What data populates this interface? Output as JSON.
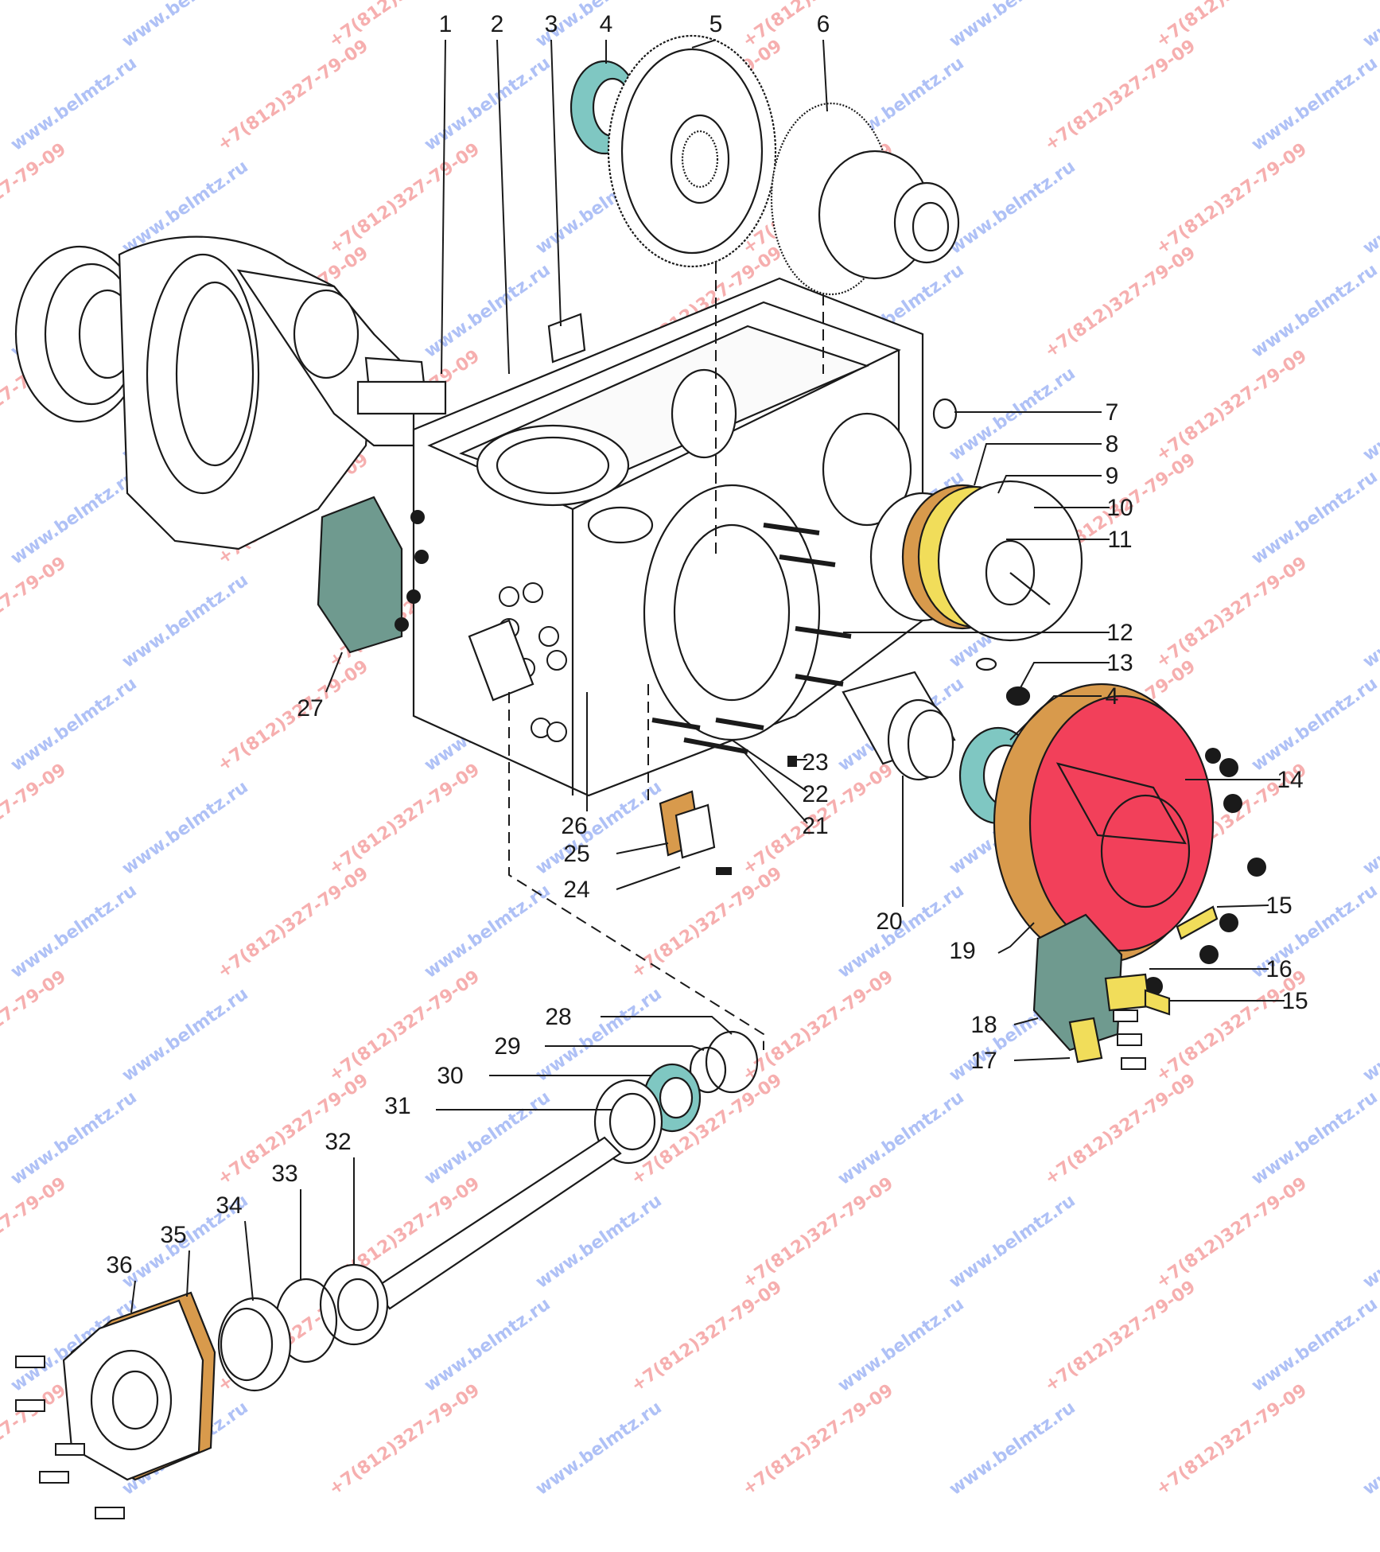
{
  "watermarks": {
    "phone": "+7(812)327-79-09",
    "site": "www.belmtz.ru"
  },
  "colors": {
    "teal": "#7fc7c2",
    "orange": "#d89a4c",
    "red": "#f2405a",
    "yellow": "#f1dd5a",
    "green": "#6f9a8f",
    "watermark_red": "#ef6f6f",
    "watermark_blue": "#6f8ff0"
  },
  "callouts": [
    "1",
    "2",
    "3",
    "4",
    "5",
    "6",
    "7",
    "8",
    "9",
    "10",
    "11",
    "12",
    "13",
    "4",
    "14",
    "15",
    "16",
    "15",
    "18",
    "17",
    "19",
    "20",
    "21",
    "22",
    "23",
    "24",
    "25",
    "26",
    "27",
    "28",
    "29",
    "30",
    "31",
    "32",
    "33",
    "34",
    "35",
    "36"
  ]
}
